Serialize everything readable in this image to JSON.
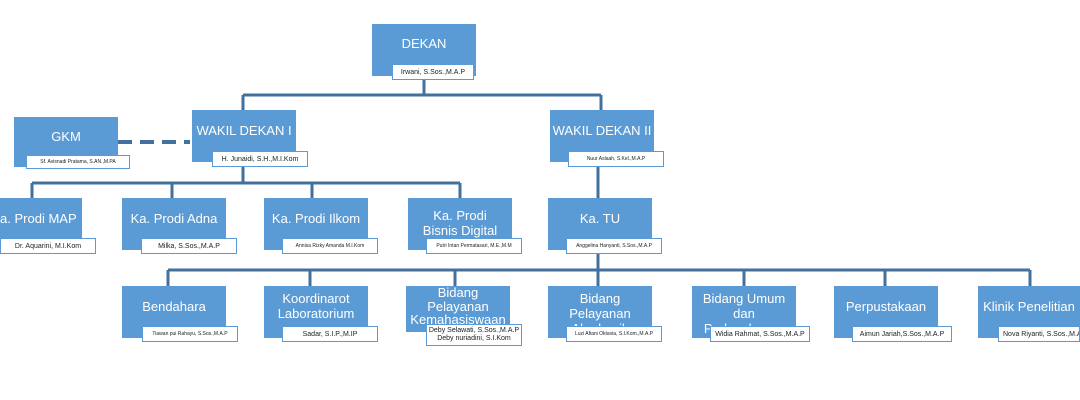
{
  "nodes": {
    "dekan": {
      "title": "DEKAN",
      "name": "Irwani, S.Sos.,M.A.P"
    },
    "gkm": {
      "title": "GKM",
      "name": "Sf. Avisnadi Pratama, S.AN.,M.PA"
    },
    "wakil1": {
      "title": "WAKIL DEKAN I",
      "name": "H. Junaidi, S.H.,M.I.Kom"
    },
    "wakil2": {
      "title": "WAKIL DEKAN II",
      "name": "Nuur Aslaah, S.Kel.,M.A.P"
    },
    "map": {
      "title": "Ka. Prodi MAP",
      "name": "Dr. Aquarini, M.I.Kom"
    },
    "adna": {
      "title": "Ka. Prodi Adna",
      "name": "Milka, S.Sos.,M.A.P"
    },
    "ilkom": {
      "title": "Ka. Prodi Ilkom",
      "name": "Annisa Rizky Amanda M.I.Kom"
    },
    "bisnis": {
      "title": "Ka. Prodi Bisnis Digital",
      "name": "Putri Intan Permatasari, M.E.,M.M"
    },
    "katu": {
      "title": "Ka. TU",
      "name": "Anggelina Hanyanti, S.Sos.,M.A.P"
    },
    "bendahara": {
      "title": "Bendahara",
      "name": "Tiawan pui Rahayu, S.Sos.,M.A.P"
    },
    "lab": {
      "title": "Koordinarot Laboratorium",
      "name": "Sadar, S.I.P.,M.IP"
    },
    "kemahasiswaan": {
      "title": "Bidang Pelayanan Kemahasiswaan dan Alumni",
      "name1": "Deby Selawati, S.Sos.,M.A.P",
      "name2": "Deby nuriadini, S.I.Kom"
    },
    "akademik": {
      "title": "Bidang Pelayanan Akademik",
      "name": "Luzi Afiani Oktavia, S.I.Kom.,M.A.P"
    },
    "umum": {
      "title": "Bidang Umum dan Perlengkapan",
      "name": "Widia Rahmat, S.Sos.,M.A.P"
    },
    "perpustakaan": {
      "title": "Perpustakaan",
      "name": "Aimun Jariah,S.Sos.,M.A.P"
    },
    "klinik": {
      "title": "Klinik Penelitian",
      "name": "Nova Riyanti, S.Sos.,M.A.P"
    }
  },
  "colors": {
    "box": "#5b9bd5",
    "line": "#41719c",
    "text": "#ffffff"
  }
}
